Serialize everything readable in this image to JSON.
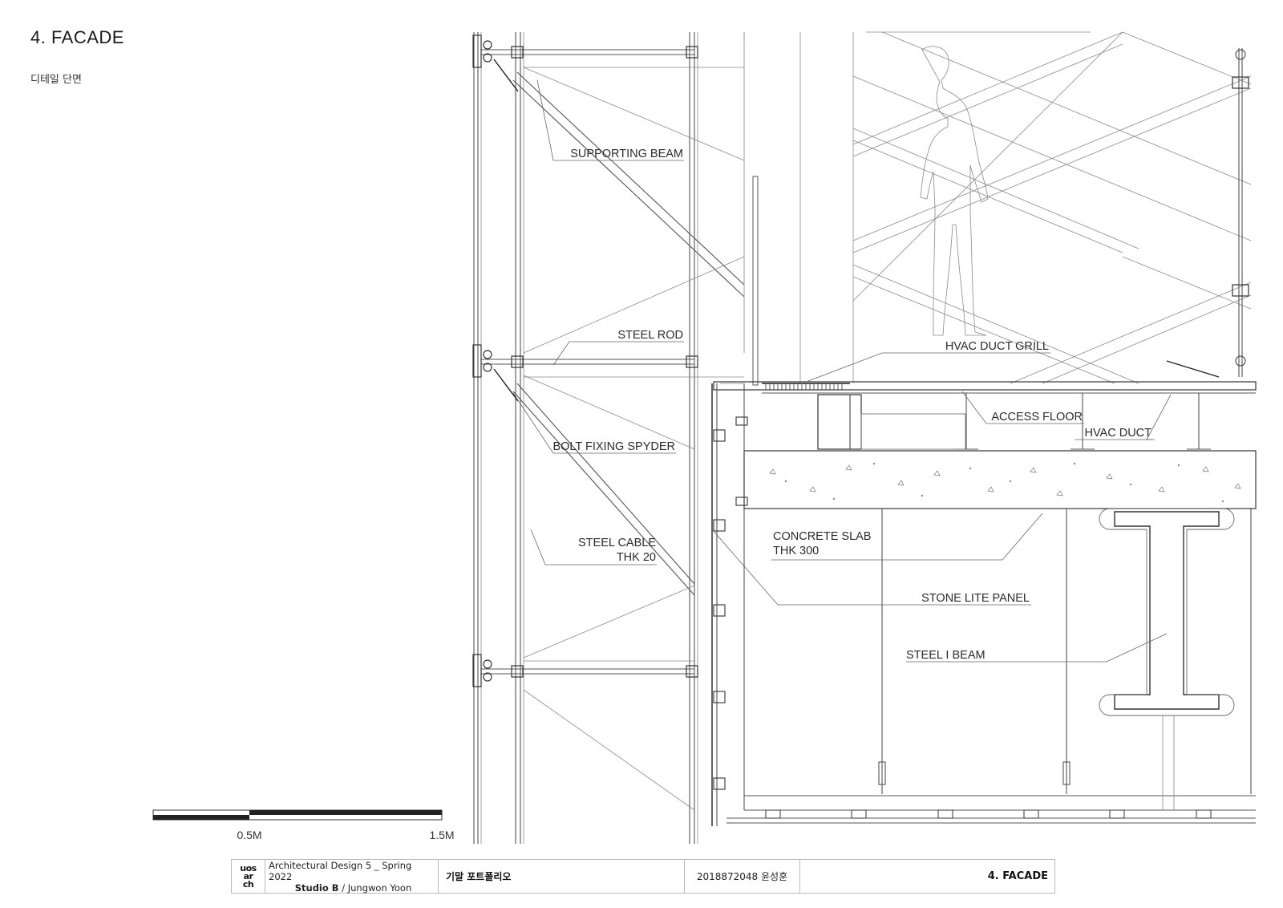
{
  "page": {
    "title": "4. FACADE",
    "subtitle": "디테일 단면"
  },
  "labels": {
    "supporting_beam": "SUPPORTING BEAM",
    "steel_rod": "STEEL ROD",
    "bolt_fixing_spyder": "BOLT FIXING SPYDER",
    "steel_cable_1": "STEEL CABLE",
    "steel_cable_2": "THK 20",
    "hvac_duct_grill": "HVAC DUCT GRILL",
    "access_floor": "ACCESS FLOOR",
    "hvac_duct": "HVAC DUCT",
    "concrete_slab_1": "CONCRETE SLAB",
    "concrete_slab_2": "THK 300",
    "stone_lite_panel": "STONE LITE PANEL",
    "steel_i_beam": "STEEL I BEAM"
  },
  "scale_bar": {
    "label_mid": "0.5M",
    "label_end": "1.5M"
  },
  "footer": {
    "logo_line1": "uos",
    "logo_line2": "ar",
    "logo_line3": "ch",
    "course": "Architectural Design 5 _ Spring 2022",
    "studio_bold": "Studio B",
    "studio_rest": " / Jungwon Yoon",
    "portfolio": "기말 포트폴리오",
    "student_id": "2018872048 윤성훈",
    "section": "4. FACADE"
  },
  "colors": {
    "line": "#555555",
    "text": "#2b2b2b"
  }
}
